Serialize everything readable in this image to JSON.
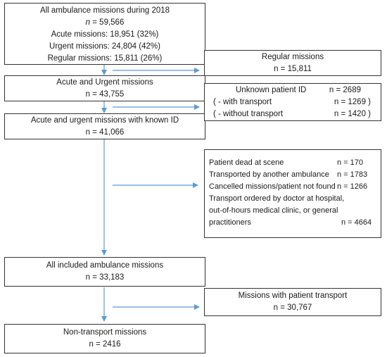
{
  "box1": {
    "title": "All ambulance missions during 2018",
    "n_var": "n",
    "n_value": " = 59,566",
    "acute": "Acute missions: 18,951 (32%)",
    "urgent": "Urgent missions: 24,804 (42%)",
    "regular": "Regular missions: 15,811 (26%)"
  },
  "box2": {
    "title": "Acute and Urgent missions",
    "n": "n = 43,755"
  },
  "box3": {
    "title": "Acute and urgent missions with known ID",
    "n": "n = 41,066"
  },
  "box4": {
    "title": "All included ambulance missions",
    "n": "n = 33,183"
  },
  "box5": {
    "title": "Non-transport missions",
    "n": "n = 2416"
  },
  "side1": {
    "title": "Regular missions",
    "n": "n = 15,811"
  },
  "side2": {
    "rows": [
      {
        "label": "Unknown patient ID",
        "value": "n = 2689"
      },
      {
        "label": "( - with transport",
        "value": "n = 1269  )"
      },
      {
        "label": "( - without transport",
        "value": "n = 1420  )"
      }
    ]
  },
  "side3": {
    "rows": [
      {
        "label": "Patient dead at scene",
        "value": "n = 170"
      },
      {
        "label": "Transported by another ambulance",
        "value": "n = 1783"
      },
      {
        "label": "Cancelled missions/patient not found",
        "value": "n = 1266"
      }
    ],
    "transport_lines": [
      "Transport ordered by doctor at hospital,",
      "out-of-hours medical clinic, or general",
      "practitioners"
    ],
    "transport_value": "n = 4664"
  },
  "side4": {
    "title": "Missions with patient transport",
    "n": "n = 30,767"
  },
  "colors": {
    "arrow": "#5b9bd5",
    "border": "#333333"
  }
}
